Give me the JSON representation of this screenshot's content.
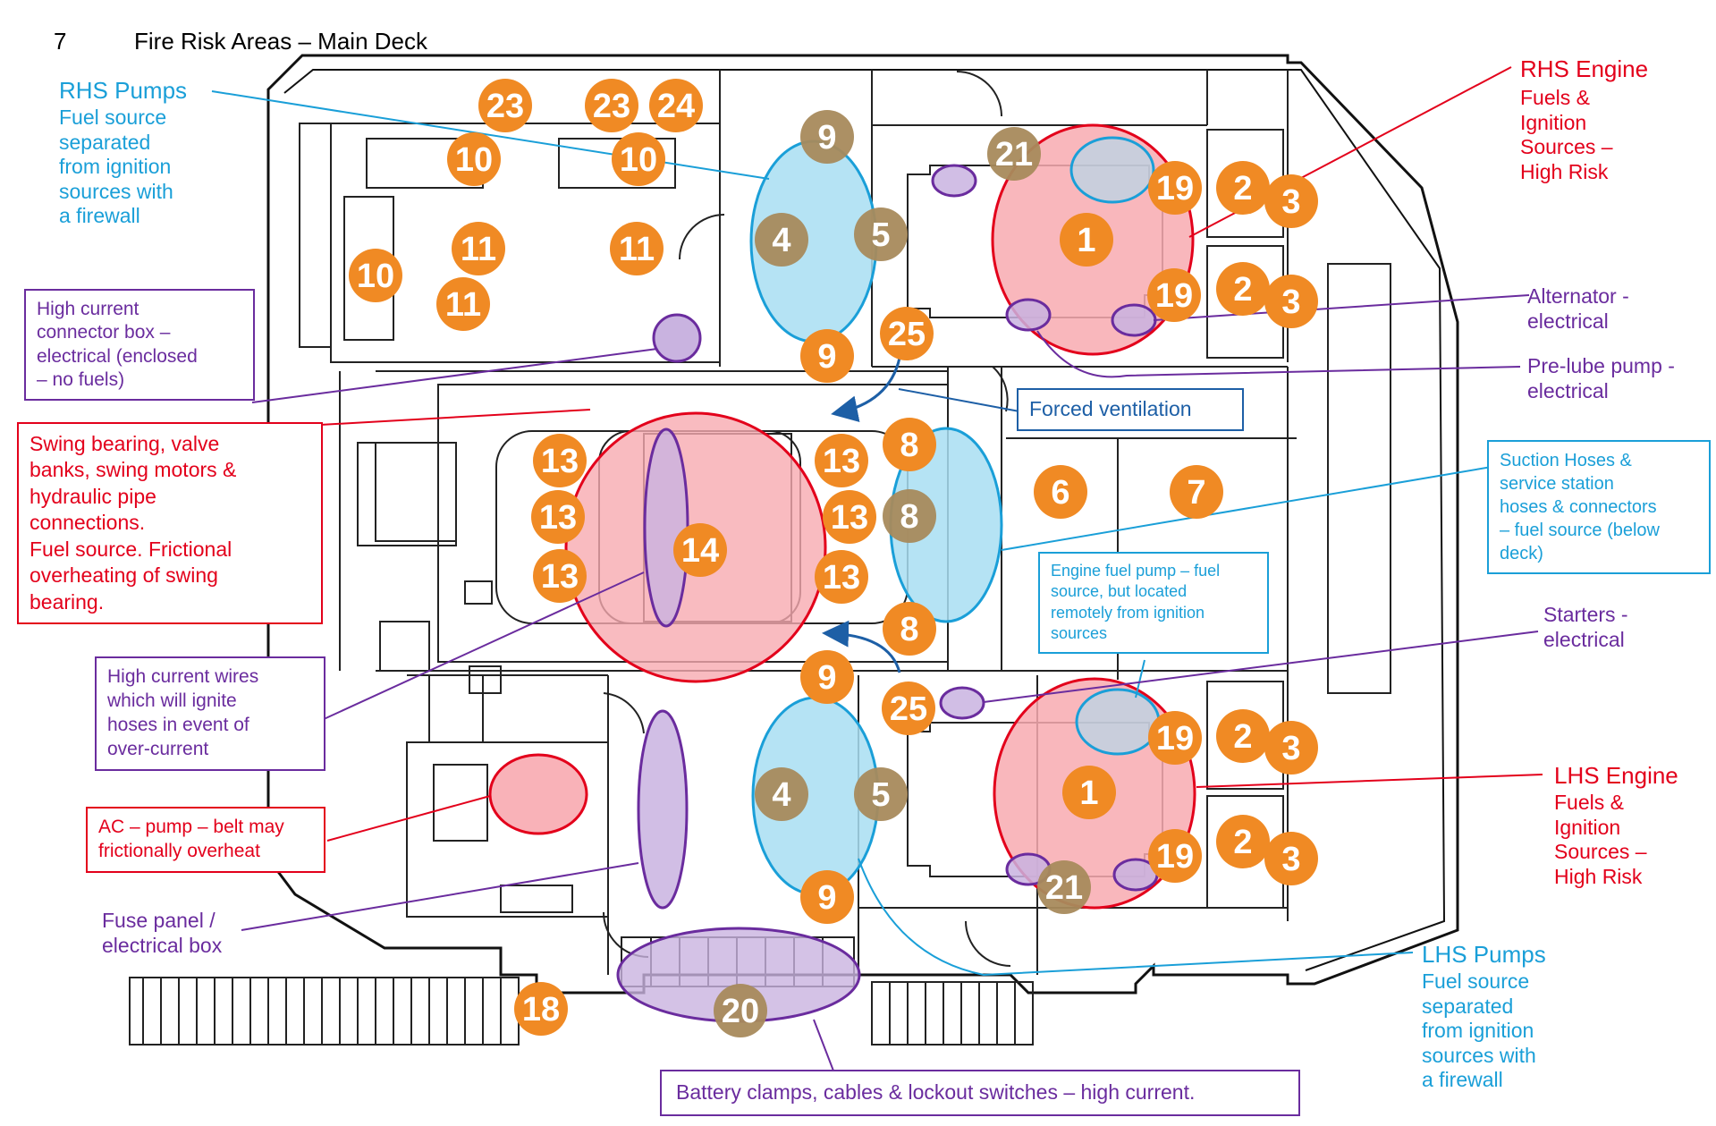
{
  "title": {
    "number": "7",
    "text": "Fire Risk Areas – Main Deck"
  },
  "colors": {
    "red": "#e3001b",
    "blue": "#1a9fd8",
    "purple": "#6a2c9e",
    "navy": "#1d5fa6",
    "orange": "#f08a24",
    "tan": "#a88a5c",
    "pink_fill": "#f8aab0",
    "blue_fill": "#a8def2",
    "purple_fill": "#c9b3e0"
  },
  "labels": {
    "rhs_pumps_title": "RHS Pumps",
    "rhs_pumps_body": "Fuel source\nseparated\nfrom ignition\nsources with\na firewall",
    "rhs_engine_title": "RHS Engine",
    "rhs_engine_body": "Fuels &\nIgnition\nSources –\nHigh Risk",
    "high_current_box": "High current\nconnector box –\nelectrical (enclosed\n– no fuels)",
    "alternator": "Alternator -\nelectrical",
    "prelube": "Pre-lube pump -\nelectrical",
    "forced_ventilation": "Forced ventilation",
    "swing_bearing": "Swing bearing, valve\nbanks, swing motors &\nhydraulic pipe\nconnections.\nFuel source. Frictional\noverheating of swing\nbearing.",
    "suction_hoses": "Suction Hoses &\nservice station\nhoses & connectors\n– fuel source (below\ndeck)",
    "engine_fuel_pump": "Engine fuel pump – fuel\nsource, but located\nremotely from ignition\nsources",
    "starters": "Starters -\nelectrical",
    "high_current_wires": "High current wires\nwhich will ignite\nhoses in event of\nover-current",
    "lhs_engine_title": "LHS Engine",
    "lhs_engine_body": "Fuels &\nIgnition\nSources –\nHigh Risk",
    "ac_pump": "AC – pump – belt may\nfrictionally overheat",
    "fuse_panel": "Fuse panel /\nelectrical box",
    "lhs_pumps_title": "LHS Pumps",
    "lhs_pumps_body": "Fuel source\nseparated\nfrom ignition\nsources with\na firewall",
    "battery": "Battery clamps, cables & lockout switches – high current."
  },
  "markers": [
    {
      "label": "23",
      "style": "orange"
    },
    {
      "label": "23",
      "style": "orange"
    },
    {
      "label": "24",
      "style": "orange"
    },
    {
      "label": "10",
      "style": "orange"
    },
    {
      "label": "10",
      "style": "orange"
    },
    {
      "label": "10",
      "style": "orange"
    },
    {
      "label": "11",
      "style": "orange"
    },
    {
      "label": "11",
      "style": "orange"
    },
    {
      "label": "11",
      "style": "orange"
    },
    {
      "label": "9",
      "style": "tan"
    },
    {
      "label": "4",
      "style": "tan"
    },
    {
      "label": "5",
      "style": "tan"
    },
    {
      "label": "9",
      "style": "orange"
    },
    {
      "label": "25",
      "style": "orange"
    },
    {
      "label": "21",
      "style": "tan"
    },
    {
      "label": "1",
      "style": "orange"
    },
    {
      "label": "19",
      "style": "orange"
    },
    {
      "label": "19",
      "style": "orange"
    },
    {
      "label": "2",
      "style": "orange"
    },
    {
      "label": "3",
      "style": "orange"
    },
    {
      "label": "2",
      "style": "orange"
    },
    {
      "label": "3",
      "style": "orange"
    },
    {
      "label": "13",
      "style": "orange"
    },
    {
      "label": "13",
      "style": "orange"
    },
    {
      "label": "13",
      "style": "orange"
    },
    {
      "label": "13",
      "style": "orange"
    },
    {
      "label": "13",
      "style": "orange"
    },
    {
      "label": "13",
      "style": "orange"
    },
    {
      "label": "14",
      "style": "orange"
    },
    {
      "label": "8",
      "style": "orange"
    },
    {
      "label": "8",
      "style": "tan"
    },
    {
      "label": "8",
      "style": "orange"
    },
    {
      "label": "6",
      "style": "orange"
    },
    {
      "label": "7",
      "style": "orange"
    },
    {
      "label": "9",
      "style": "orange"
    },
    {
      "label": "25",
      "style": "orange"
    },
    {
      "label": "4",
      "style": "tan"
    },
    {
      "label": "5",
      "style": "tan"
    },
    {
      "label": "9",
      "style": "orange"
    },
    {
      "label": "1",
      "style": "orange"
    },
    {
      "label": "21",
      "style": "tan"
    },
    {
      "label": "19",
      "style": "orange"
    },
    {
      "label": "19",
      "style": "orange"
    },
    {
      "label": "2",
      "style": "orange"
    },
    {
      "label": "3",
      "style": "orange"
    },
    {
      "label": "2",
      "style": "orange"
    },
    {
      "label": "3",
      "style": "orange"
    },
    {
      "label": "18",
      "style": "orange"
    },
    {
      "label": "20",
      "style": "tan"
    }
  ]
}
